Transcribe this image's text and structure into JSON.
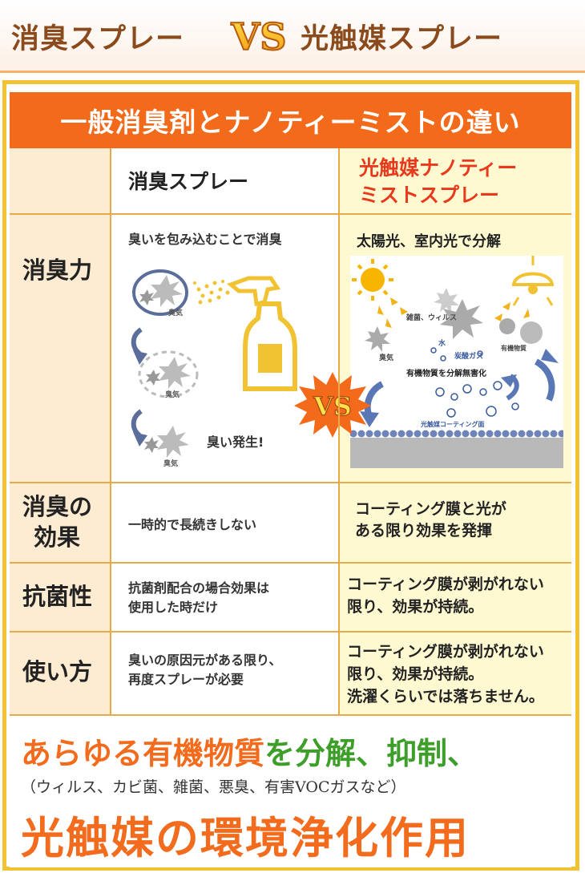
{
  "top_banner": {
    "left_title": "消臭スプレー",
    "vs": "VS",
    "right_title": "光触媒スプレー"
  },
  "table": {
    "header": "一般消臭剤とナノティーミストの違い",
    "col_mid": "消臭スプレー",
    "col_right_line1": "光触媒ナノティー",
    "col_right_line2": "ミストスプレー",
    "rows": [
      {
        "label": "消臭力",
        "mid": "臭いを包み込むことで消臭",
        "right": "太陽光、室内光で分解"
      },
      {
        "label_line1": "消臭の",
        "label_line2": "効果",
        "mid": "一時的で長続きしない",
        "right_line1": "コーティング膜と光が",
        "right_line2": "ある限り効果を発揮"
      },
      {
        "label": "抗菌性",
        "mid_line1": "抗菌剤配合の場合効果は",
        "mid_line2": "使用した時だけ",
        "right_line1": "コーティング膜が剥がれない",
        "right_line2": "限り、効果が持続。"
      },
      {
        "label": "使い方",
        "mid_line1": "臭いの原因元がある限り、",
        "mid_line2": "再度スプレーが必要",
        "right_line1": "コーティング膜が剥がれない",
        "right_line2": "限り、効果が持続。",
        "right_line3": "洗濯くらいでは落ちません。"
      }
    ]
  },
  "illustration_left": {
    "odor_label": "臭気",
    "odor_again": "臭い発生!"
  },
  "illustration_right": {
    "germs": "雑菌、ウィルス",
    "organic": "有機物質",
    "odor": "臭気",
    "water": "水",
    "co2": "炭酸ガス",
    "decompose": "有機物質を分解無害化",
    "coating": "光触媒コーティング面"
  },
  "center_vs": "VS",
  "bottom": {
    "line1_a": "あらゆる有機物質",
    "line1_b": "を分解、抑制、",
    "line2": "（ウィルス、カビ菌、雑菌、悪臭、有害VOCガスなど）",
    "line3": "光触媒の環境浄化作用"
  },
  "colors": {
    "orange": "#f26a1a",
    "gold_frame": "#f1c232",
    "label_bg": "#fdebd2",
    "right_bg": "#fff9d2",
    "title_brown": "#8a4a1c",
    "green": "#3e9e2a"
  }
}
